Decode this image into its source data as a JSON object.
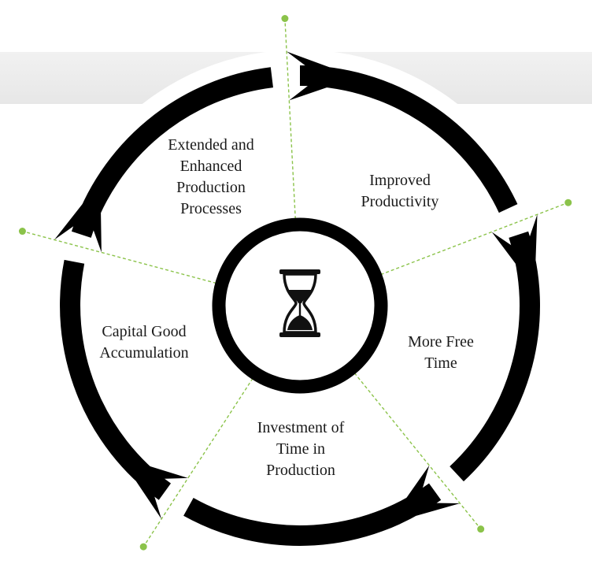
{
  "diagram": {
    "center_icon": "hourglass-icon",
    "colors": {
      "ring": "#000000",
      "divider": "#8bc34a",
      "band": "#ececec",
      "text": "#1a1a1a"
    },
    "stages": [
      {
        "lines": [
          "Improved",
          "Productivity"
        ]
      },
      {
        "lines": [
          "More Free",
          "Time"
        ]
      },
      {
        "lines": [
          "Investment of",
          "Time in",
          "Production"
        ]
      },
      {
        "lines": [
          "Capital Good",
          "Accumulation"
        ]
      },
      {
        "lines": [
          "Extended and",
          "Enhanced",
          "Production",
          "Processes"
        ]
      }
    ]
  }
}
